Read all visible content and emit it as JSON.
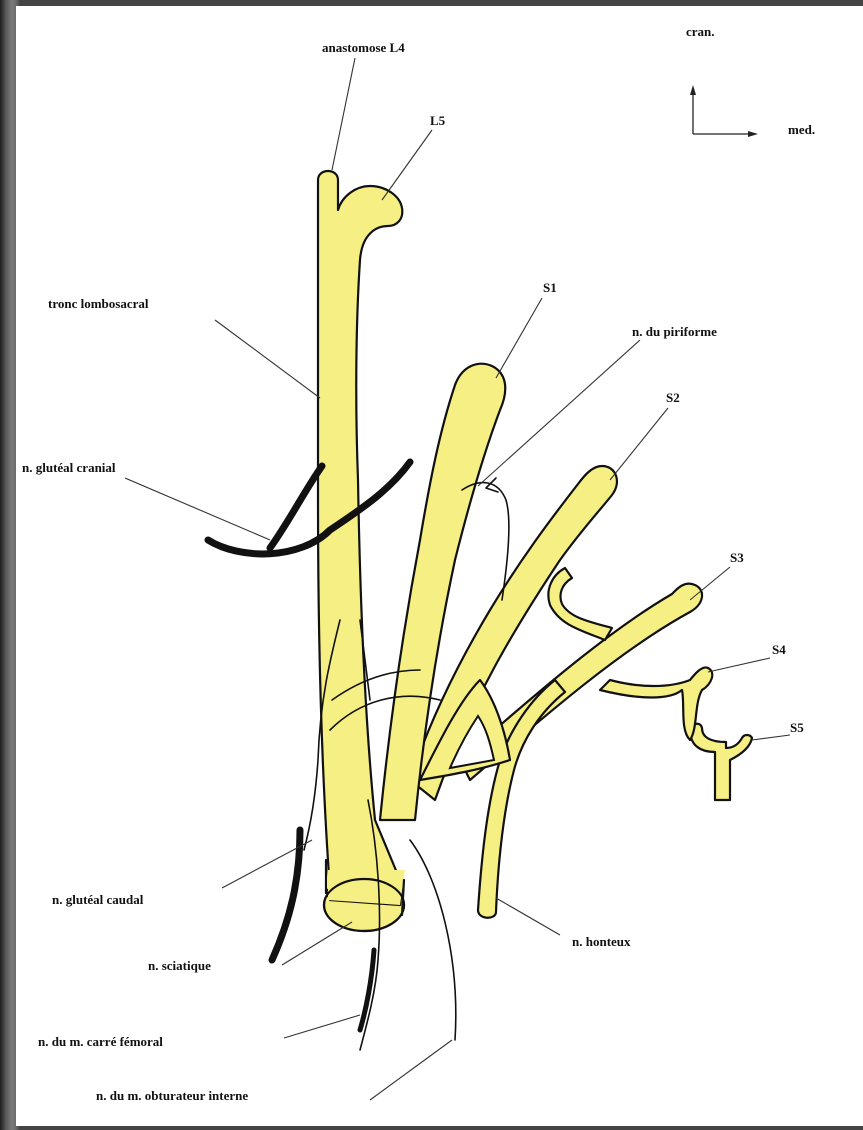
{
  "orientation": {
    "cranial": "cran.",
    "medial": "med."
  },
  "labels": {
    "anastomose_l4": "anastomose L4",
    "l5": "L5",
    "s1": "S1",
    "n_piriforme": "n. du piriforme",
    "tronc_lombosacral": "tronc lombosacral",
    "s2": "S2",
    "n_glutal_cranial": "n. glutéal cranial",
    "s3": "S3",
    "s4": "S4",
    "s5": "S5",
    "n_glutal_caudal": "n. glutéal caudal",
    "n_honteux": "n. honteux",
    "n_sciatique": "n. sciatique",
    "n_carre_femoral": "n. du m. carré fémoral",
    "n_obturateur_interne": "n. du m. obturateur interne"
  },
  "colors": {
    "nerve_fill": "#f6ef84",
    "outline": "#111111",
    "background": "#ffffff",
    "frame": "#3a3a3a"
  }
}
